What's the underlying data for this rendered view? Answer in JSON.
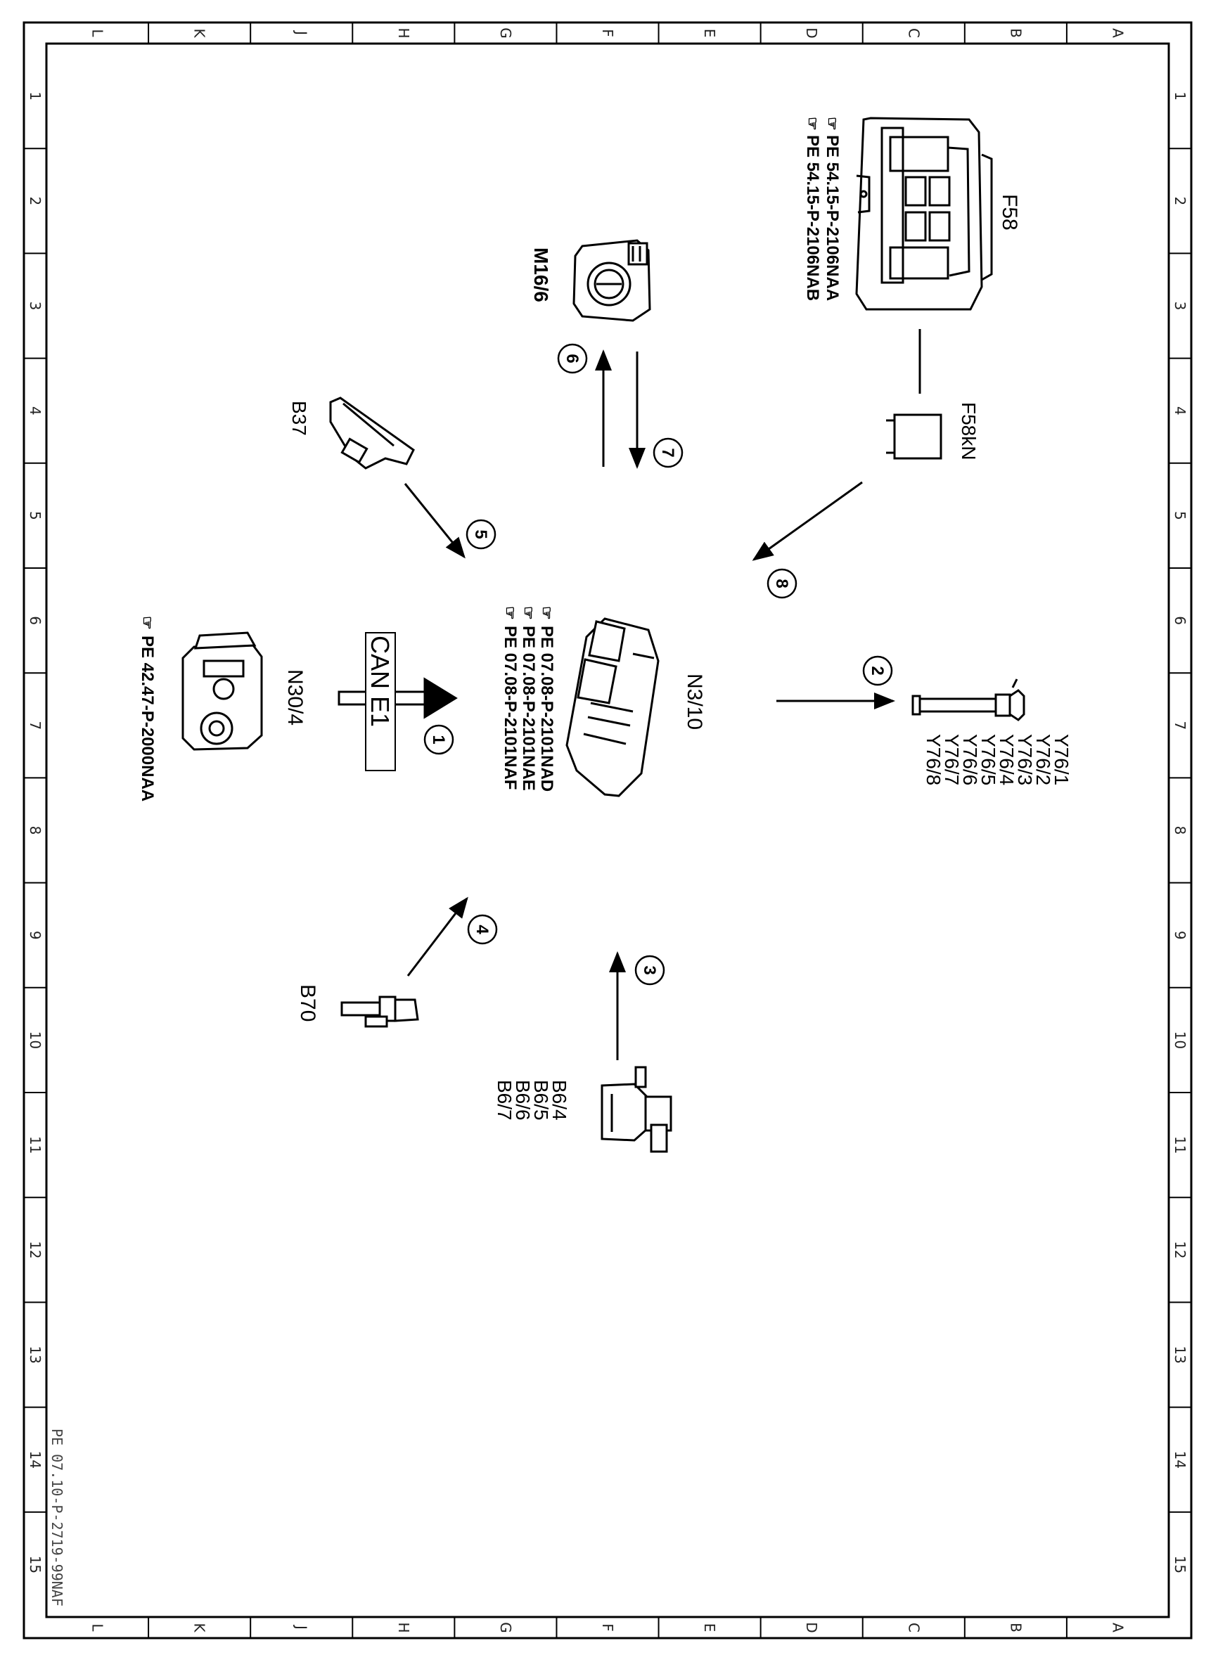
{
  "drawing": {
    "document_code": "PE 07.10-P-2719-99NAF",
    "border_columns": [
      "L",
      "K",
      "J",
      "H",
      "G",
      "F",
      "E",
      "D",
      "C",
      "B",
      "A"
    ],
    "border_rows": [
      "1",
      "2",
      "3",
      "4",
      "5",
      "6",
      "7",
      "8",
      "9",
      "10",
      "11",
      "12",
      "13",
      "14",
      "15"
    ]
  },
  "components": {
    "f58": {
      "label": "F58",
      "refs": [
        "PE 54.15-P-2106NAA",
        "PE 54.15-P-2106NAB"
      ]
    },
    "f58kn": {
      "label": "F58kN"
    },
    "m16_6": {
      "label": "M16/6"
    },
    "b37": {
      "label": "B37"
    },
    "n3_10": {
      "label": "N3/10",
      "refs": [
        "PE 07.08-P-2101NAD",
        "PE 07.08-P-2101NAE",
        "PE 07.08-P-2101NAF"
      ]
    },
    "n30_4": {
      "label": "N30/4",
      "refs": [
        "PE 42.47-P-2000NAA"
      ]
    },
    "y76": {
      "labels": [
        "Y76/1",
        "Y76/2",
        "Y76/3",
        "Y76/4",
        "Y76/5",
        "Y76/6",
        "Y76/7",
        "Y76/8"
      ]
    },
    "b70": {
      "label": "B70"
    },
    "b6": {
      "labels": [
        "B6/4",
        "B6/5",
        "B6/6",
        "B6/7"
      ]
    }
  },
  "bus": {
    "label": "CAN E1"
  },
  "connections": [
    {
      "number": "1"
    },
    {
      "number": "2"
    },
    {
      "number": "3"
    },
    {
      "number": "4"
    },
    {
      "number": "5"
    },
    {
      "number": "6"
    },
    {
      "number": "7"
    },
    {
      "number": "8"
    }
  ]
}
